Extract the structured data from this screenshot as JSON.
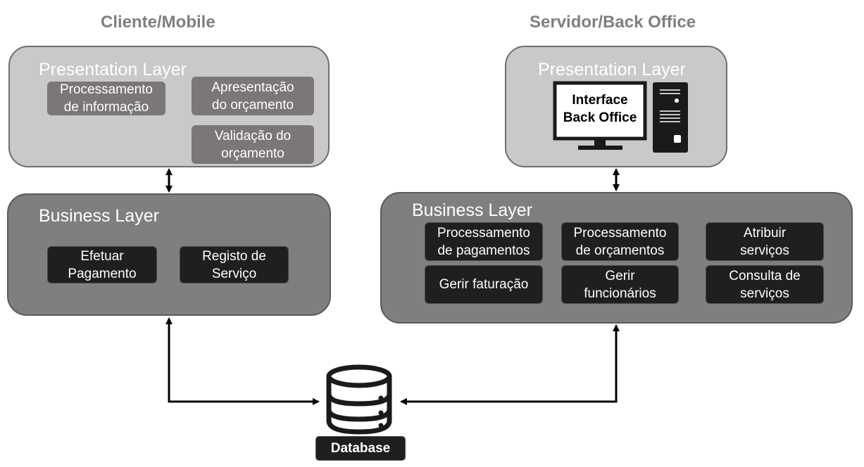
{
  "client": {
    "title": "Cliente/Mobile",
    "presentation": {
      "title": "Presentation Layer",
      "boxes": [
        "Processamento\nde informação",
        "Apresentação\ndo orçamento",
        "Validação do\norçamento"
      ]
    },
    "business": {
      "title": "Business Layer",
      "boxes": [
        "Efetuar\nPagamento",
        "Registo de\nServiço"
      ]
    }
  },
  "server": {
    "title": "Servidor/Back Office",
    "presentation": {
      "title": "Presentation Layer",
      "monitor_text": "Interface\nBack Office"
    },
    "business": {
      "title": "Business Layer",
      "boxes": [
        "Processamento\nde pagamentos",
        "Processamento\nde orçamentos",
        "Atribuir\nserviços",
        "Gerir faturação",
        "Gerir\nfuncionários",
        "Consulta de\nserviços"
      ]
    }
  },
  "database": {
    "label": "Database"
  },
  "icons": {
    "monitor": "monitor-icon",
    "tower": "computer-tower-icon",
    "database": "database-icon"
  },
  "colors": {
    "presentation": "#c9c9c9",
    "business": "#7f7f7f",
    "box_gray": "#7a7776",
    "box_dark": "#1f1f1f"
  }
}
